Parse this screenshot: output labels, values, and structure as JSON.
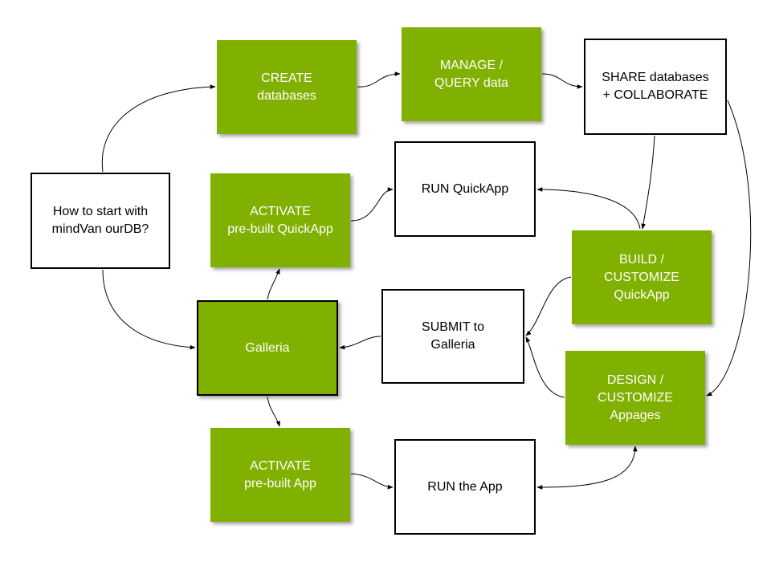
{
  "nodes": {
    "start": "How to start with\nmindVan ourDB?",
    "create": "CREATE\ndatabases",
    "manage": "MANAGE /\nQUERY data",
    "share": "SHARE databases\n+ COLLABORATE",
    "activate_quickapp": "ACTIVATE\npre-built QuickApp",
    "run_quickapp": "RUN QuickApp",
    "build": "BUILD /\nCUSTOMIZE\nQuickApp",
    "galleria": "Galleria",
    "submit": "SUBMIT to\nGalleria",
    "design": "DESIGN /\nCUSTOMIZE\nAppages",
    "activate_app": "ACTIVATE\npre-built App",
    "run_app": "RUN the App"
  },
  "colors": {
    "green_fill": "#80b000",
    "arrow": "#000000"
  }
}
